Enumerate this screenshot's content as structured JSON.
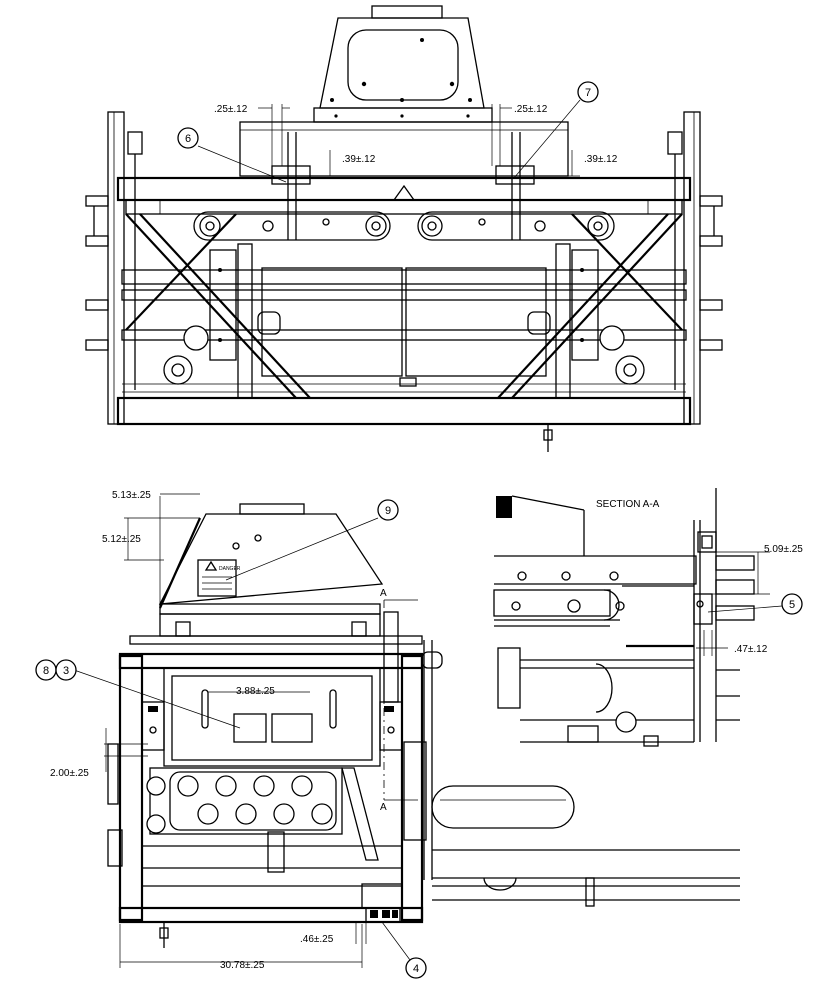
{
  "section_label": "SECTION A-A",
  "section_marks": [
    "A",
    "A"
  ],
  "warning_label": "DANGER",
  "dimensions": [
    ".25±.12",
    ".25±.12",
    ".39±.12",
    ".39±.12",
    "5.13±.25",
    "5.12±.25",
    "3.88±.25",
    "2.00±.25",
    ".46±.25",
    "30.78±.25",
    "5.09±.25",
    ".47±.12"
  ],
  "callouts": [
    "6",
    "7",
    "9",
    "8",
    "3",
    "5",
    "4"
  ]
}
